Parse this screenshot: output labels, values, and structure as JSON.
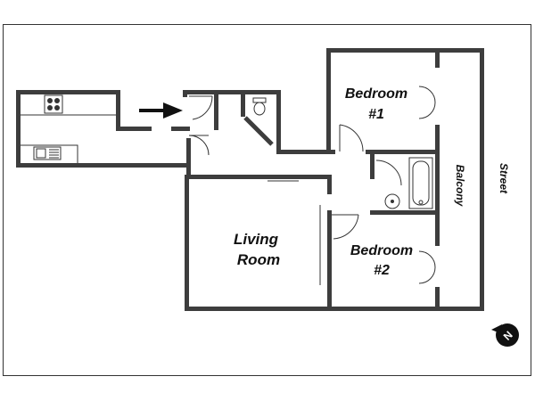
{
  "rooms": {
    "living_line1": "Living",
    "living_line2": "Room",
    "bedroom1_line1": "Bedroom",
    "bedroom1_line2": "#1",
    "bedroom2_line1": "Bedroom",
    "bedroom2_line2": "#2",
    "balcony": "Balcony"
  },
  "outside": {
    "street": "Street"
  },
  "compass": {
    "letter": "N"
  },
  "icons": [
    "entry-arrow-icon",
    "compass-icon",
    "stove-icon",
    "sink-icon",
    "toilet-icon",
    "bathtub-icon"
  ]
}
